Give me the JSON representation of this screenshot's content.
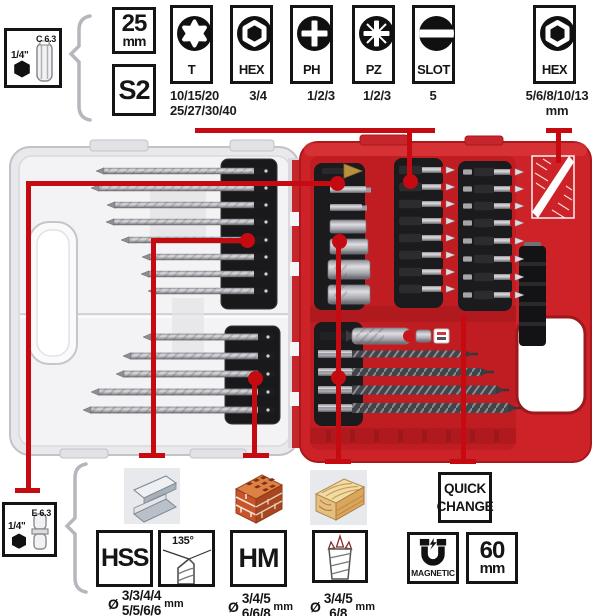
{
  "header": {
    "coupling": {
      "label": "C 6.3",
      "size": "1/4\""
    },
    "bit_length": {
      "value": "25",
      "unit": "mm"
    },
    "steel_grade": "S2",
    "bit_types": [
      {
        "label": "T",
        "sizes": "10/15/20\n25/27/30/40"
      },
      {
        "label": "HEX",
        "sizes": "3/4"
      },
      {
        "label": "PH",
        "sizes": "1/2/3"
      },
      {
        "label": "PZ",
        "sizes": "1/2/3"
      },
      {
        "label": "SLOT",
        "sizes": "5"
      }
    ],
    "socket_type": {
      "label": "HEX",
      "sizes": "5/6/8/10/13\nmm"
    }
  },
  "footer": {
    "coupling": {
      "label": "E 6.3",
      "size": "1/4\""
    },
    "metal_drills": {
      "material_label": "HSS",
      "tip_angle": "135°",
      "diameter_symbol": "Ø",
      "sizes": "3/3/4/4\n5/5/6/6",
      "unit": "mm"
    },
    "masonry_drills": {
      "material_label": "HM",
      "diameter_symbol": "Ø",
      "sizes": "3/4/5\n6/6/8",
      "unit": "mm"
    },
    "wood_drills": {
      "diameter_symbol": "Ø",
      "sizes": "3/4/5\n6/8",
      "unit": "mm"
    },
    "quick_change_label": "QUICK\nCHANGE",
    "magnetic_label": "MAGNETIC",
    "bit_length": {
      "value": "60",
      "unit": "mm"
    }
  },
  "colors": {
    "case_red": "#cd2328",
    "callout_red": "#c50b11",
    "case_gray": "#ededf0"
  }
}
